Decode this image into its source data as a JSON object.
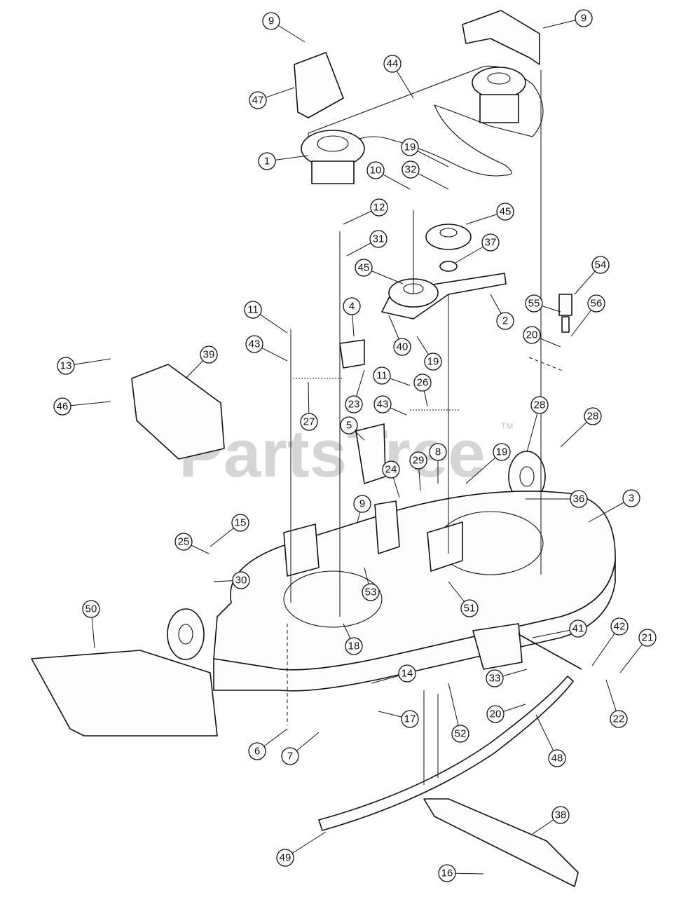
{
  "watermark": {
    "text": "PartsTree",
    "mark": "TM"
  },
  "callouts": [
    "9",
    "9",
    "47",
    "44",
    "1",
    "19",
    "32",
    "10",
    "12",
    "45",
    "31",
    "37",
    "45",
    "54",
    "2",
    "55",
    "56",
    "4",
    "11",
    "43",
    "13",
    "39",
    "20",
    "40",
    "19",
    "46",
    "11",
    "26",
    "43",
    "27",
    "23",
    "28",
    "28",
    "5",
    "8",
    "29",
    "19",
    "24",
    "36",
    "9",
    "3",
    "15",
    "25",
    "30",
    "53",
    "51",
    "50",
    "18",
    "41",
    "42",
    "21",
    "14",
    "33",
    "20",
    "17",
    "22",
    "52",
    "6",
    "7",
    "48",
    "38",
    "49",
    "16"
  ]
}
